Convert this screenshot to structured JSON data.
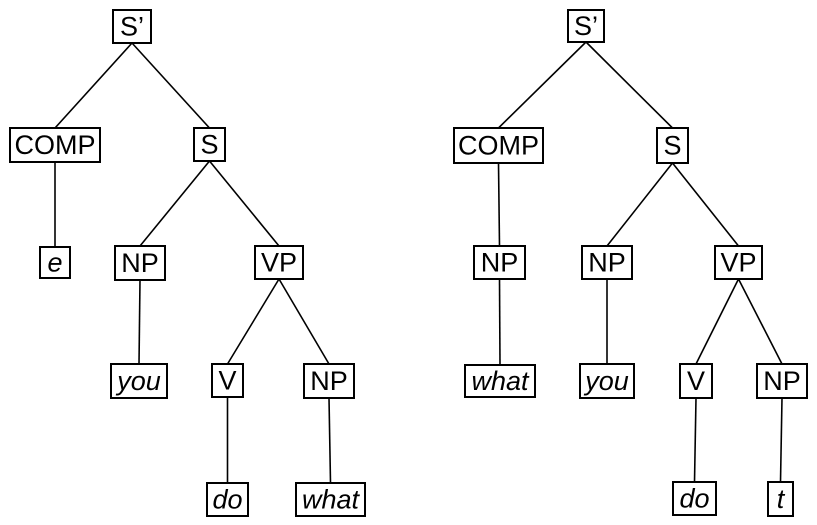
{
  "figure": {
    "type": "syntax-tree-diagram",
    "colors": {
      "background": "#ffffff",
      "box_border": "#000000",
      "edge_line": "#000000",
      "text": "#000000"
    }
  },
  "left_tree": {
    "nodes": {
      "s_bar": "S’",
      "comp": "COMP",
      "s": "S",
      "e": "e",
      "np_subj": "NP",
      "vp": "VP",
      "you": "you",
      "v": "V",
      "np_obj": "NP",
      "do": "do",
      "what": "what"
    }
  },
  "right_tree": {
    "nodes": {
      "s_bar": "S’",
      "comp": "COMP",
      "s": "S",
      "np_comp": "NP",
      "np_subj": "NP",
      "vp": "VP",
      "what": "what",
      "you": "you",
      "v": "V",
      "np_obj": "NP",
      "do": "do",
      "t": "t"
    }
  }
}
